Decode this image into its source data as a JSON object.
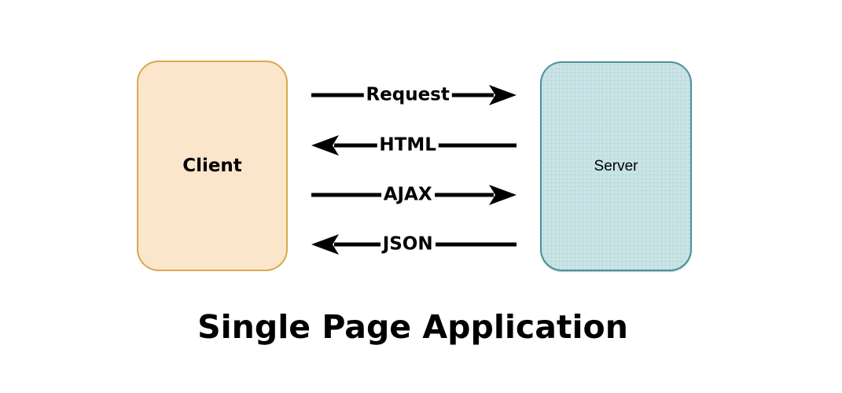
{
  "diagram": {
    "title": "Single Page Application",
    "nodes": {
      "client": {
        "label": "Client",
        "fill": "#FBE5CB",
        "border": "#D9A84E"
      },
      "server": {
        "label": "Server",
        "fill": "#C9E4E6",
        "border": "#4E8F9B"
      }
    },
    "arrows": [
      {
        "label": "Request",
        "direction": "right",
        "from": "client",
        "to": "server"
      },
      {
        "label": "HTML",
        "direction": "left",
        "from": "server",
        "to": "client"
      },
      {
        "label": "AJAX",
        "direction": "right",
        "from": "client",
        "to": "server"
      },
      {
        "label": "JSON",
        "direction": "left",
        "from": "server",
        "to": "client"
      }
    ],
    "colors": {
      "background": "#FFFFFF",
      "arrow": "#000000",
      "text": "#000000"
    }
  }
}
